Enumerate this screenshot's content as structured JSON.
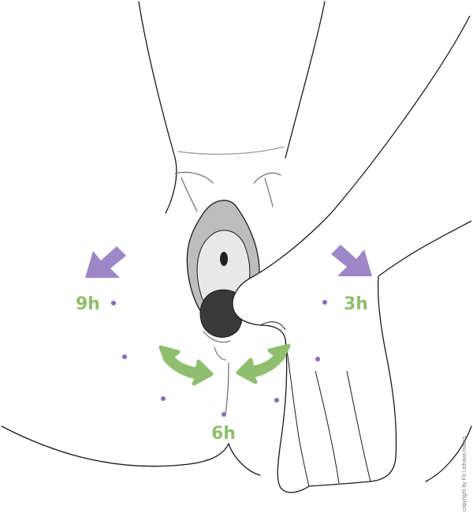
{
  "labels": {
    "nine": "9h",
    "three": "3h",
    "six": "6h"
  },
  "copyright": "copyright by Fit i zdrava mama",
  "colors": {
    "green": "#8fbf6e",
    "purple": "#9d87c6",
    "dot": "#8c6bb8",
    "outline": "#1a1a1a",
    "tissue_light": "#bdbdbd",
    "tissue_mid": "#e8e8e8",
    "finger": "#3a3a3a"
  }
}
